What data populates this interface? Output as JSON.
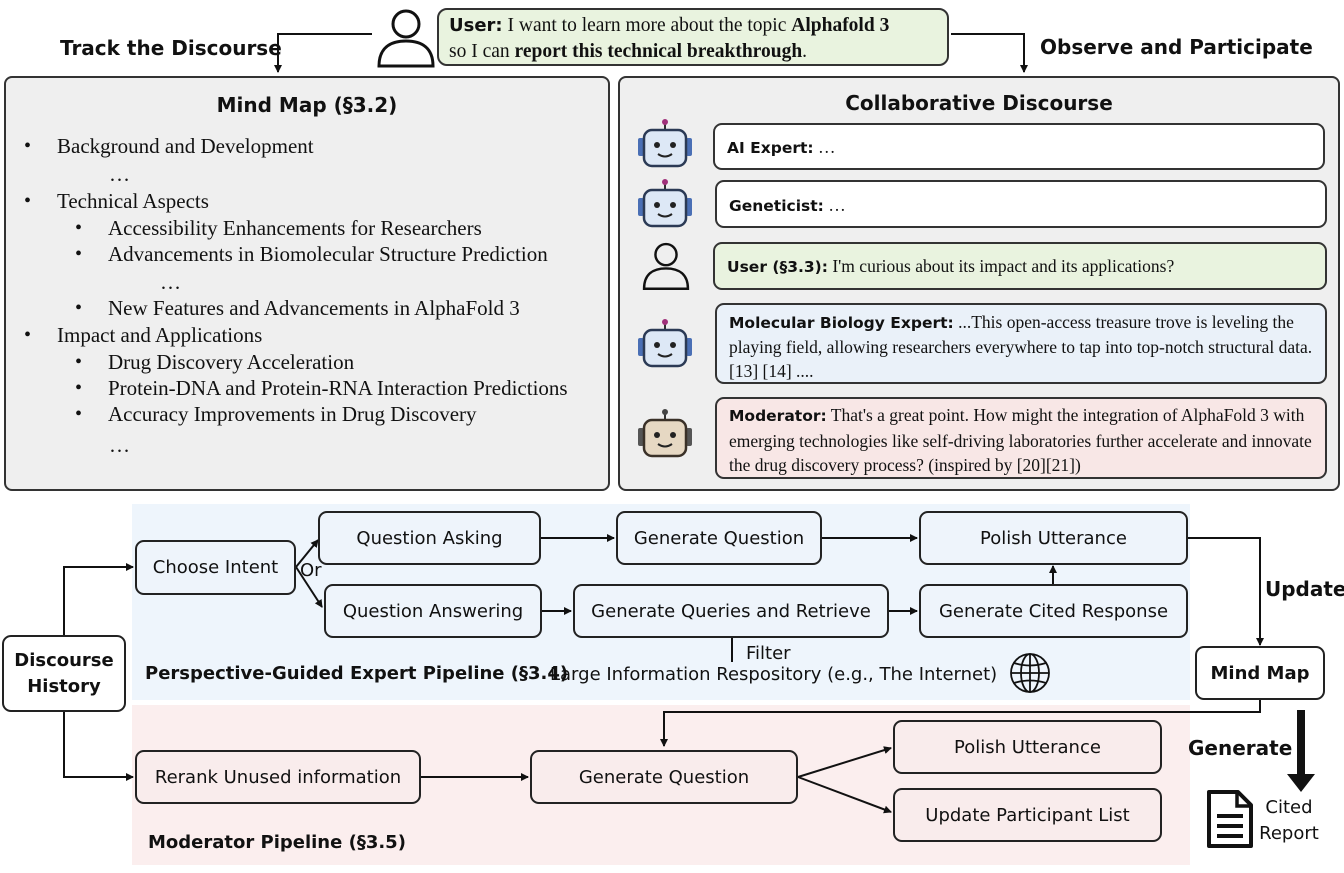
{
  "top": {
    "left_label": "Track the Discourse",
    "right_label": "Observe and Participate",
    "user_message": {
      "speaker": "User:",
      "part1": "I want to learn more about the topic",
      "topic": "Alphafold 3",
      "part2": "so I can",
      "goal": "report this technical breakthrough",
      "end": "."
    }
  },
  "mind_map": {
    "title": "Mind Map (§3.2)",
    "bullet": "•",
    "items": [
      {
        "text": "Background and Development"
      },
      {
        "text": "…"
      },
      {
        "text": "Technical Aspects"
      },
      {
        "text": "Accessibility Enhancements for Researchers"
      },
      {
        "text": "Advancements in Biomolecular Structure Prediction"
      },
      {
        "text": "…"
      },
      {
        "text": "New Features and Advancements in AlphaFold 3"
      },
      {
        "text": "Impact and Applications"
      },
      {
        "text": "Drug Discovery Acceleration"
      },
      {
        "text": "Protein-DNA and Protein-RNA Interaction Predictions"
      },
      {
        "text": "Accuracy Improvements in Drug Discovery"
      },
      {
        "text": "…"
      }
    ]
  },
  "discourse": {
    "title": "Collaborative Discourse",
    "turns": [
      {
        "speaker": "AI Expert:",
        "text": "…",
        "color": "#ffffff"
      },
      {
        "speaker": "Geneticist:",
        "text": "…",
        "color": "#ffffff"
      },
      {
        "speaker": "User (§3.3):",
        "text": "I'm curious about its impact and its applications?",
        "color": "#e9f3df"
      },
      {
        "speaker": "Molecular Biology Expert:",
        "text": "...This open-access treasure trove is leveling the playing field, allowing researchers everywhere to tap into top-notch structural data.[13] [14] ....",
        "color": "#eaf1f9"
      },
      {
        "speaker": "Moderator:",
        "text": "That's a great point. How might the integration of AlphaFold 3 with emerging technologies like self-driving laboratories further accelerate and innovate the drug discovery process? (inspired by [20][21])",
        "color": "#f8e7e6"
      }
    ]
  },
  "expert_pipeline": {
    "label": "Perspective-Guided Expert Pipeline (§3.4)",
    "choose_intent": "Choose Intent",
    "or": "Or",
    "question_asking": "Question Asking",
    "generate_question": "Generate Question",
    "polish_utterance": "Polish Utterance",
    "question_answering": "Question Answering",
    "generate_queries": "Generate Queries and Retrieve",
    "generate_cited": "Generate Cited Response",
    "filter": "Filter",
    "repository": "Large Information Respository (e.g., The Internet)"
  },
  "discourse_history": "Discourse History",
  "update_label": "Update",
  "mind_map_node": "Mind Map",
  "generate_label": "Generate",
  "cited_report": "Cited Report",
  "moderator_pipeline": {
    "label": "Moderator Pipeline (§3.5)",
    "rerank": "Rerank Unused information",
    "generate_question": "Generate Question",
    "polish_utterance": "Polish Utterance",
    "update_participants": "Update Participant List"
  },
  "colors": {
    "expert_bg": "#eef5fc",
    "moderator_bg": "#fbeeee",
    "panel_bg": "#efefef",
    "robot_blue": "#4a6fb5",
    "robot_tan": "#c9b59a"
  }
}
